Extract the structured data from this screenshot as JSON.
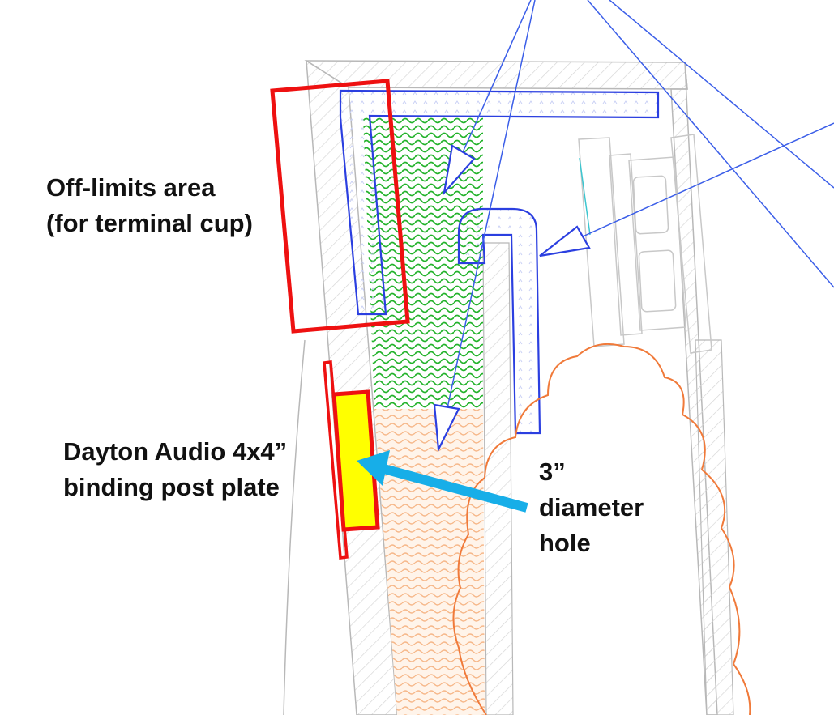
{
  "annotations": {
    "off_limits_line1": "Off-limits area",
    "off_limits_line2": "(for terminal cup)",
    "plate_line1": "Dayton Audio 4x4”",
    "plate_line2": "binding post plate",
    "hole_line1": "3”",
    "hole_line2": "diameter",
    "hole_line3": "hole"
  },
  "colors": {
    "outline_grey": "#b8b8b8",
    "hatch_grey": "#d6d6d6",
    "port_blue": "#2b3fe0",
    "ray_blue": "#3b5ee8",
    "foam_green": "#22b22a",
    "stuffing_orange": "#f6b88a",
    "cloud_orange": "#f07a3a",
    "highlight_red": "#ee1111",
    "plate_yellow": "#ffff00",
    "arrow_cyan": "#17aee8"
  }
}
